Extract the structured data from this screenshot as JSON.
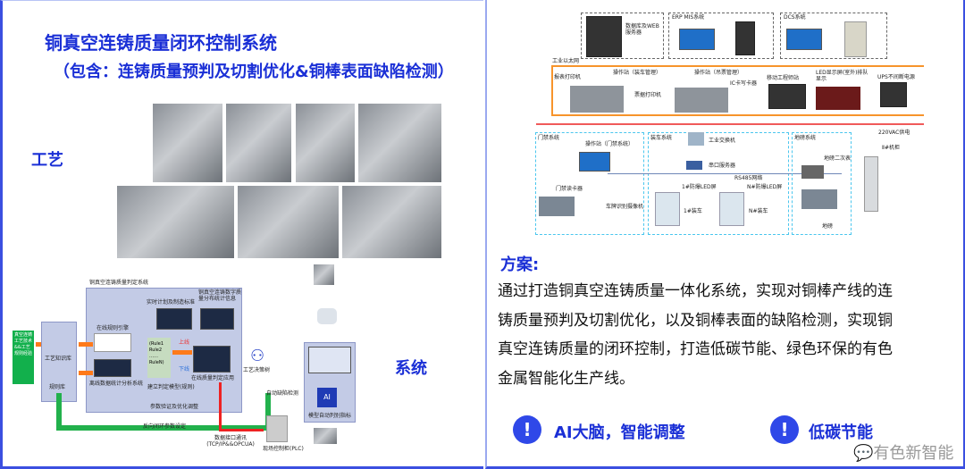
{
  "left": {
    "title": "铜真空连铸质量闭环控制系统",
    "subtitle": "（包含：连铸质量预判及切割优化&铜棒表面缺陷检测）",
    "process_label": "工艺",
    "system_label": "系统",
    "diagram": {
      "input": "真空连铸工艺技术&&工艺规则经验",
      "knowledge_base": "工艺知识库",
      "rule_base": "规则库",
      "system_title": "铜真空连铸质量判定系统",
      "realtime": "实时计划及制造标准",
      "digital_stats": "铜真空连铸数字质量分布统计信息",
      "rule_engine": "在线规则引擎",
      "offline": "离线数据统计分析系统",
      "rules": "(Rule1 Rule2 …… RuleN)",
      "build_model": "建立判定模型(规则)",
      "online": "上线",
      "offline_arrow": "下线",
      "online_app": "在线质量判定应用",
      "decision_tree": "工艺决策树",
      "param_verify": "参数验证及优化调整",
      "reverse": "反向闭环参数设定",
      "comm": "数据接口通讯(TCP/IP&&OPCUA)",
      "plc": "现场控制柜(PLC)",
      "auto_detect": "自动缺陷检测",
      "model": "模型自动判别指标"
    }
  },
  "right": {
    "diagram": {
      "web_server": "数据库及WEB服务器",
      "erp": "ERP MIS系统",
      "dcs": "DCS系统",
      "ethernet": "工业以太网",
      "report_printer": "报表打印机",
      "op1": "操作站（装车管理）",
      "op2": "操作站（吊票管理）",
      "ticket_printer": "票据打印机",
      "ic": "IC卡写卡器",
      "mobile": "移动工程师站",
      "led": "LED显示屏(室外)排队显示",
      "ups": "UPS不间断电源",
      "power": "220VAC供电",
      "gate_sys": "门禁系统",
      "gate_op": "操作站（门禁系统）",
      "loading_sys": "装车系统",
      "switch": "工业交换机",
      "serial": "串口服务器",
      "rs485": "RS485网络",
      "led1": "1#防爆LED屏",
      "ledn": "N#防爆LED屏",
      "car1": "1#装车",
      "carn": "N#装车",
      "reader": "门禁读卡器",
      "plate": "车牌识别摄像机",
      "scale_sys": "地磅系统",
      "scale_disp": "地磅二次表",
      "scale": "地磅",
      "cabinet": "Ⅱ#机柜"
    },
    "plan_heading": "方案:",
    "plan_lines": [
      "通过打造铜真空连铸质量一体化系统，实现对铜棒产线的连",
      "铸质量预判及切割优化，以及铜棒表面的缺陷检测，实现铜",
      "真空连铸质量的闭环控制，打造低碳节能、绿色环保的有色",
      "金属智能化生产线。"
    ],
    "feature1": "AI大脑，智能调整",
    "feature2": "低碳节能",
    "watermark": "有色新智能"
  }
}
